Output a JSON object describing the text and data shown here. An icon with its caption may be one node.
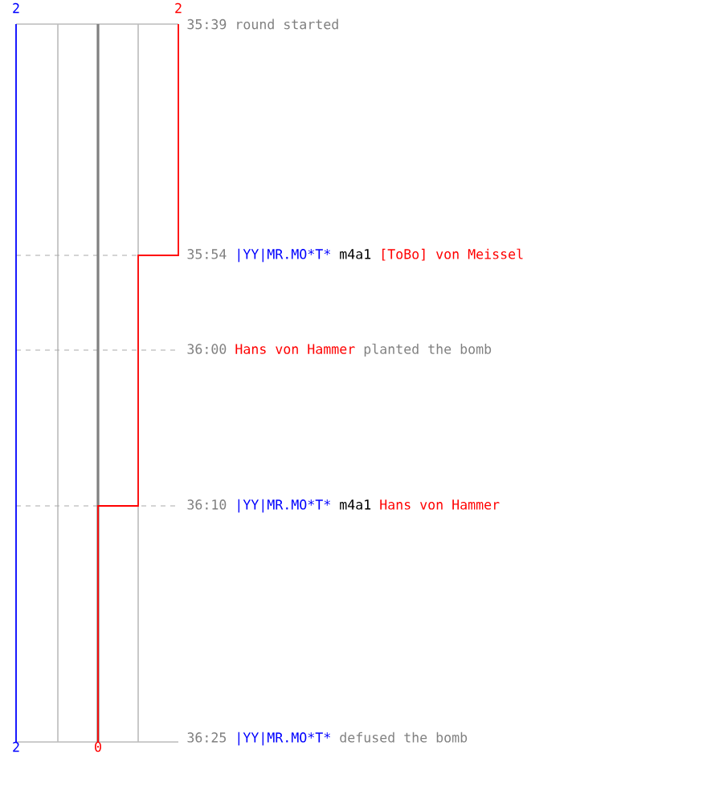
{
  "diagram": {
    "labels": [
      "2",
      "2",
      "35:39",
      "round started",
      "35:54",
      "|YY|MR.MO*T*",
      "m4a1",
      "[ToBo] von Meissel",
      "36:00",
      "Hans von Hammer",
      "planted the bomb",
      "36:10",
      "|YY|MR.MO*T*",
      "m4a1",
      "Hans von Hammer",
      "2",
      "0",
      "36:25",
      "|YY|MR.MO*T*",
      "defused the bomb"
    ]
  }
}
